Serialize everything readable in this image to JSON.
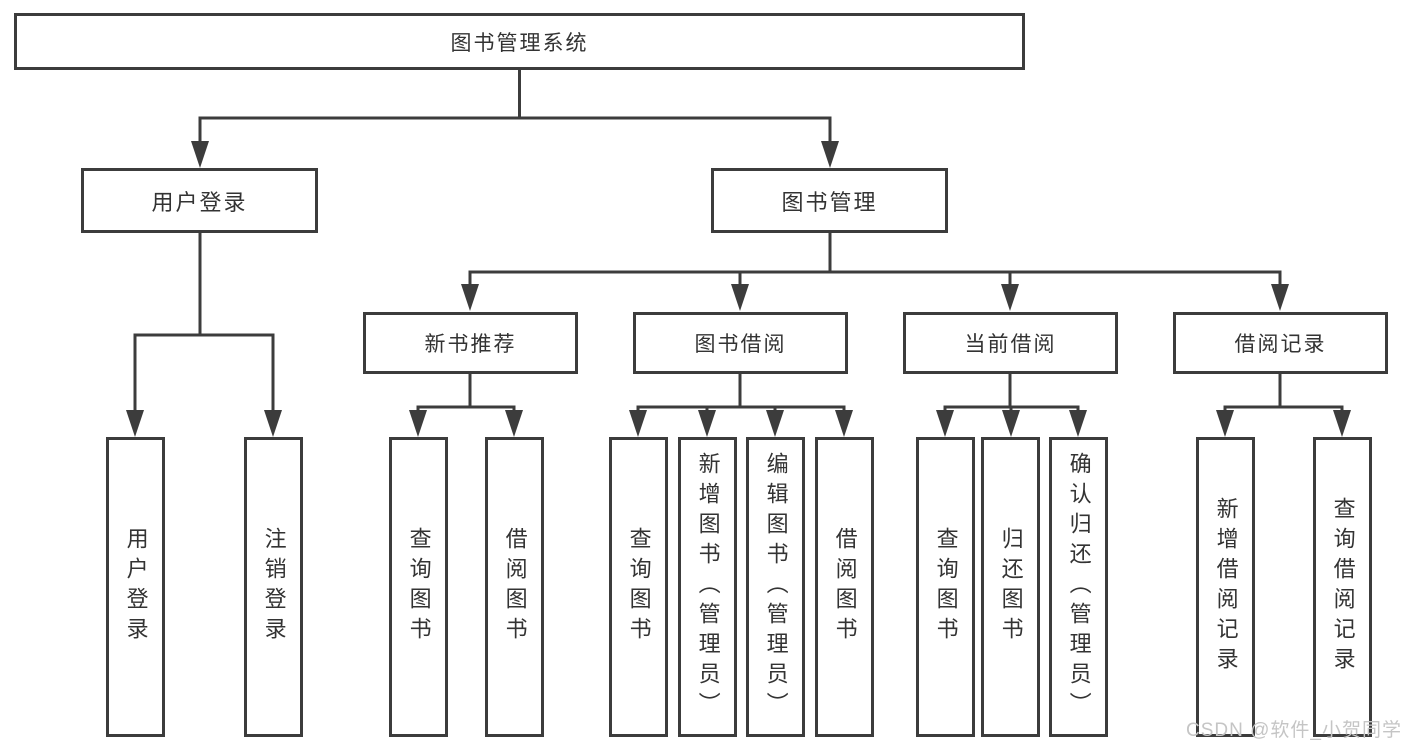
{
  "title": "图书管理系统",
  "colors": {
    "line": "#3c3c3c",
    "text": "#333333",
    "background": "#ffffff",
    "watermark": "#c5c5c5"
  },
  "nodes": {
    "root": "图书管理系统",
    "level2": [
      "用户登录",
      "图书管理"
    ],
    "level3": [
      "新书推荐",
      "图书借阅",
      "当前借阅",
      "借阅记录"
    ],
    "leaves_user_login": [
      "用户登录",
      "注销登录"
    ],
    "leaves_new_book": [
      "查询图书",
      "借阅图书"
    ],
    "leaves_book_borrow": [
      "查询图书",
      "新增图书（管理员）",
      "编辑图书（管理员）",
      "借阅图书"
    ],
    "leaves_current_borrow": [
      "查询图书",
      "归还图书",
      "确认归还（管理员）"
    ],
    "leaves_borrow_record": [
      "新增借阅记录",
      "查询借阅记录"
    ]
  },
  "watermark": {
    "text": "CSDN @软件_小贺同学"
  }
}
